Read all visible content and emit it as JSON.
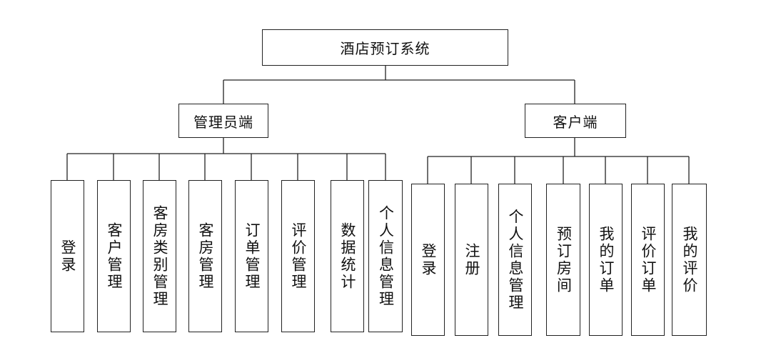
{
  "root": {
    "label": "酒店预订系统"
  },
  "admin": {
    "label": "管理员端",
    "items": [
      "登录",
      "客户管理",
      "客房类别管理",
      "客房管理",
      "订单管理",
      "评价管理",
      "数据统计",
      "个人信息管理"
    ]
  },
  "client": {
    "label": "客户端",
    "items": [
      "登录",
      "注册",
      "个人信息管理",
      "预订房间",
      "我的订单",
      "评价订单",
      "我的评价"
    ]
  }
}
